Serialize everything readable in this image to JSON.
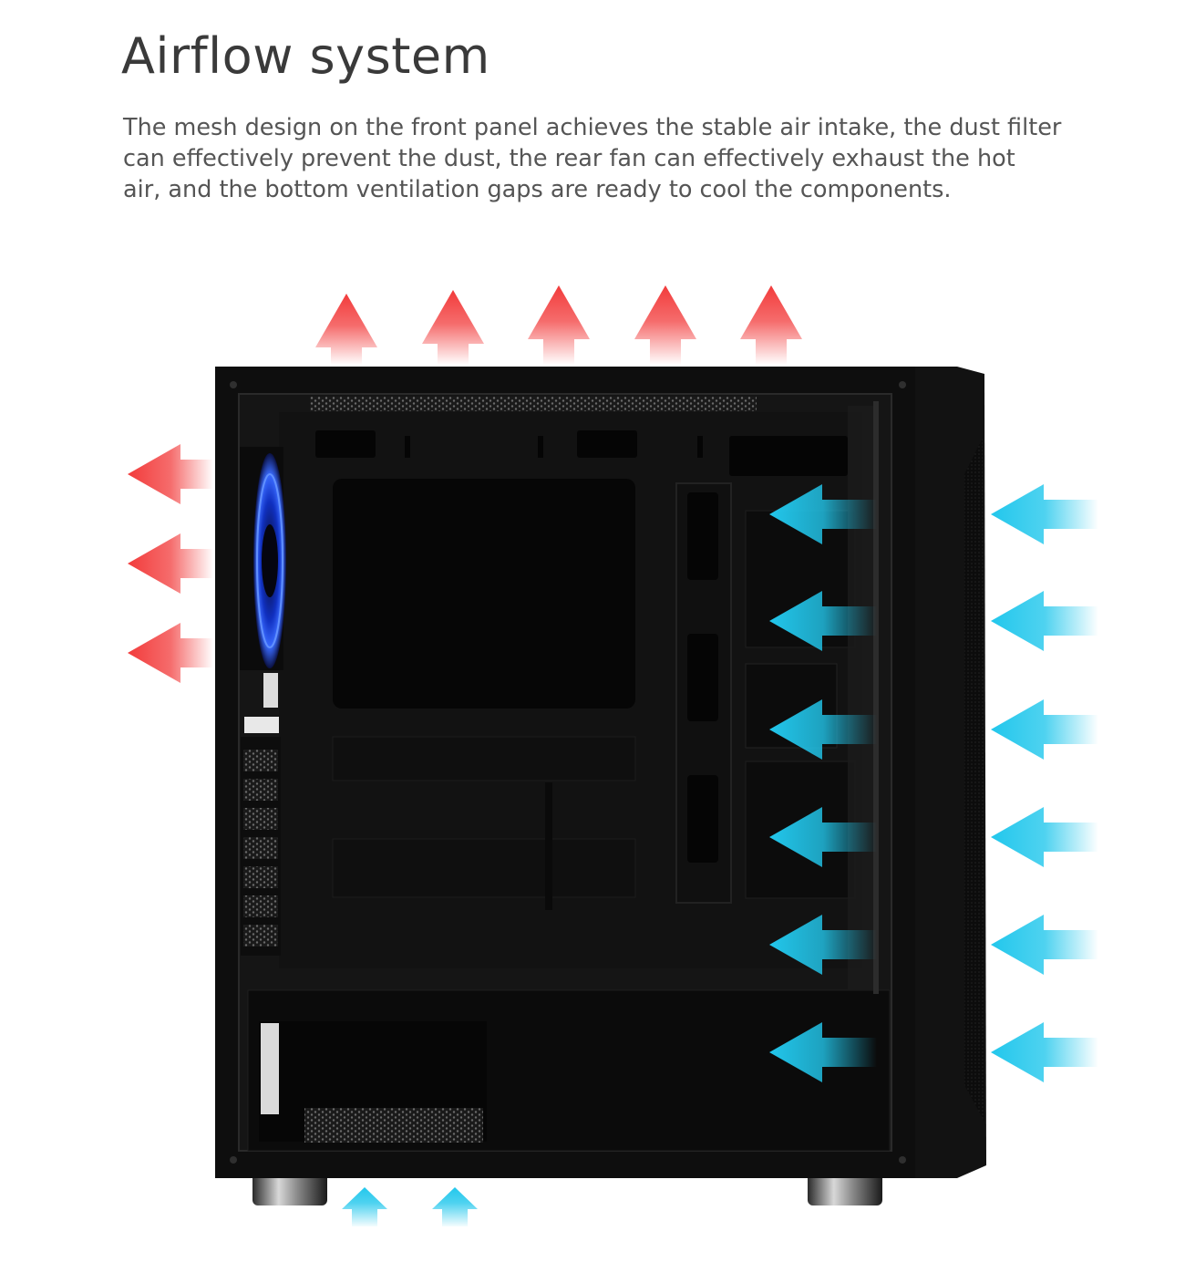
{
  "heading": {
    "title": "Airflow system"
  },
  "description": {
    "lines": [
      "The mesh design on the front panel achieves the stable air intake, the dust filter",
      "can effectively prevent the dust, the rear fan can effectively exhaust the hot",
      "air, and the bottom ventilation gaps are ready to cool the components."
    ]
  },
  "colors": {
    "hot_air": "#f23b3b",
    "cool_air": "#22c7ec",
    "case_body": "#0d0d0d",
    "fan_led": "#1f4dff",
    "text_heading": "#3a3a3a",
    "text_body": "#555555"
  },
  "image": {
    "subject": "pc-case-side-view",
    "rear_fan": "blue-led-fan",
    "arrows": {
      "top_exhaust": 5,
      "rear_exhaust": 3,
      "front_intake_outer": 6,
      "front_intake_inner": 6,
      "bottom_intake": 2
    }
  }
}
